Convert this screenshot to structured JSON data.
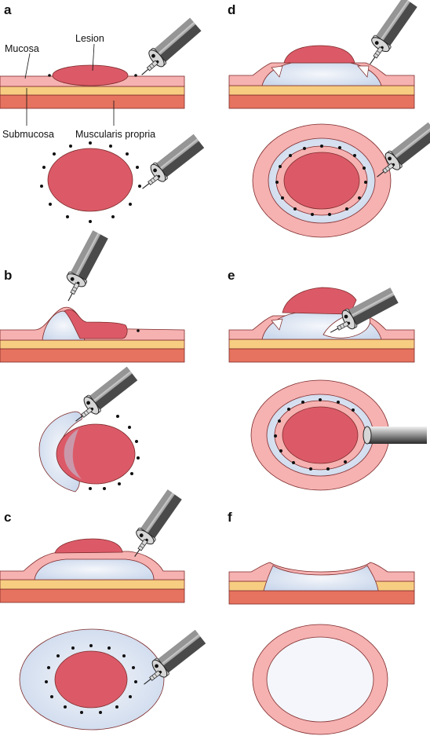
{
  "panels": [
    {
      "letter": "a"
    },
    {
      "letter": "b"
    },
    {
      "letter": "c"
    },
    {
      "letter": "d"
    },
    {
      "letter": "e"
    },
    {
      "letter": "f"
    }
  ],
  "labels": {
    "mucosa": "Mucosa",
    "lesion": "Lesion",
    "submucosa": "Submucosa",
    "muscularis": "Muscularis propria"
  },
  "colors": {
    "mucosa": "#f6b1b1",
    "submucosa": "#f7cd82",
    "muscularis": "#e6735f",
    "lesion": "#dc5a68",
    "injection": "#dfe7f3",
    "marker": "#111111"
  }
}
